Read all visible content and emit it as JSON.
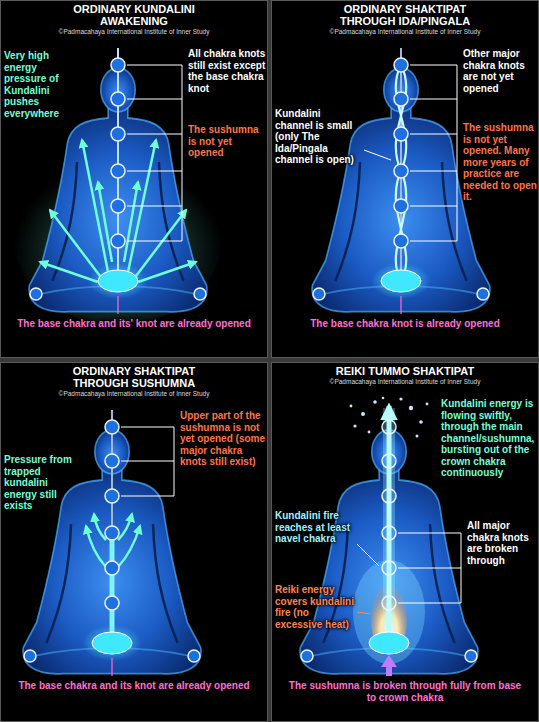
{
  "diagram": {
    "nodes": [
      {
        "text": [
          "ORDINARY KUNDALINI AWAKENING",
          "©Padmacahaya International Institute of Inner Study"
        ]
      },
      {
        "text": [
          "ORDINARY SHAKTIPAT THROUGH IDA/PINGALA",
          "©Padmacahaya International Institute of Inner Study"
        ]
      },
      {
        "text": [
          "ORDINARY SHAKTIPAT THROUGH SUSHUMNA",
          "©Padmacahaya International Institute of Inner Study"
        ]
      },
      {
        "text": [
          "REIKI TUMMO SHAKTIPAT",
          "©Padmacahaya International Institute of Inner Study"
        ]
      }
    ],
    "labels": [
      "Very high energy pressure of Kundalini pushes everywhere",
      "All chakra knots still exist except the base chakra knot",
      "The sushumna is not yet opened",
      "The base chakra and its' knot are already opened",
      "Other major chakra knots are not yet opened",
      "Kundalini channel is small (only The Ida/Pingala channel is open)",
      "The sushumna is not yet opened. Many more years of practice are needed to open it.",
      "The base chakra knot is already opened",
      "Upper part of the sushumna is not yet opened (some major chakra knots still exist)",
      "Pressure from trapped kundalini energy still exists",
      "The base chakra and its knot are already opened",
      "Kundalini energy is flowing swiftly, through the main channel/sushumna, bursting out of the crown chakra continuously",
      "All major chakra knots are broken through",
      "Kundalini fire reaches at least navel chakra",
      "Reiki energy covers kundalini fire (no excessive heat)",
      "The sushumna is broken through fully from base to crown chakra"
    ]
  }
}
